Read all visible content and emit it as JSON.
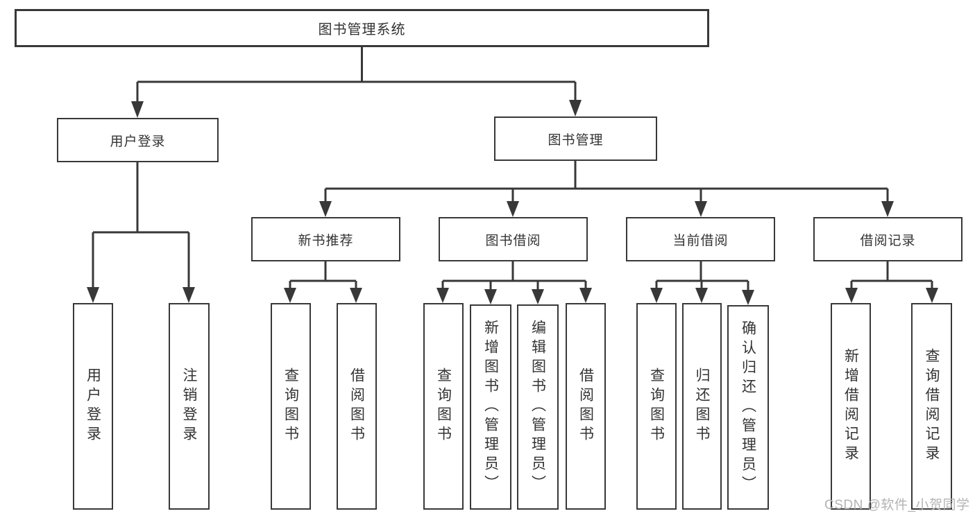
{
  "watermark": {
    "text": "CSDN @软件_小贺同学"
  },
  "tree": {
    "root": {
      "label": "图书管理系统"
    },
    "level1": [
      {
        "label": "用户登录",
        "children": [
          {
            "label": "用户登录"
          },
          {
            "label": "注销登录"
          }
        ]
      },
      {
        "label": "图书管理",
        "children": [
          {
            "label": "新书推荐",
            "children": [
              {
                "label": "查询图书"
              },
              {
                "label": "借阅图书"
              }
            ]
          },
          {
            "label": "图书借阅",
            "children": [
              {
                "label": "查询图书"
              },
              {
                "label": "新增图书（管理员）"
              },
              {
                "label": "编辑图书（管理员）"
              },
              {
                "label": "借阅图书"
              }
            ]
          },
          {
            "label": "当前借阅",
            "children": [
              {
                "label": "查询图书"
              },
              {
                "label": "归还图书"
              },
              {
                "label": "确认归还（管理员）"
              }
            ]
          },
          {
            "label": "借阅记录",
            "children": [
              {
                "label": "新增借阅记录"
              },
              {
                "label": "查询借阅记录"
              }
            ]
          }
        ]
      }
    ]
  },
  "colors": {
    "line": "#383838",
    "text": "#333333",
    "watermark": "#b3b3b3",
    "background": "#ffffff"
  }
}
